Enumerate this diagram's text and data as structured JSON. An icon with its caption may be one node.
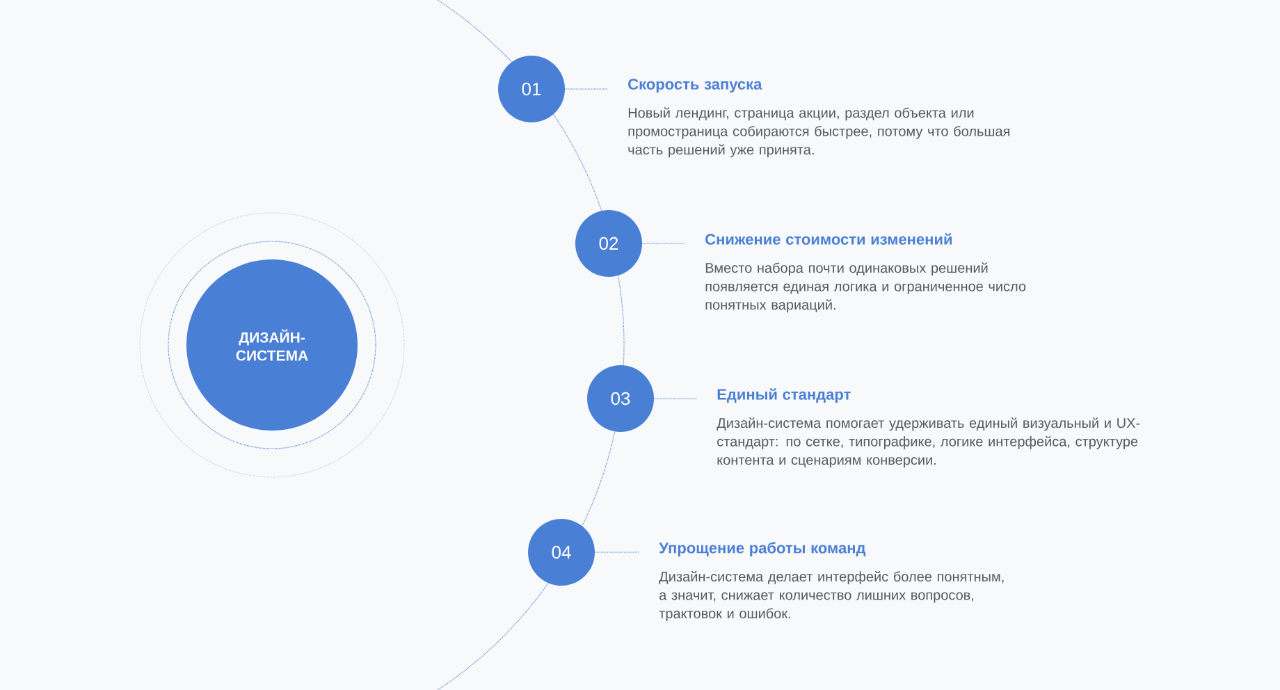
{
  "diagram": {
    "nodes": [
      {
        "text": [
          "ДИЗАЙН-СИСТЕМА"
        ]
      },
      {
        "text": [
          "01"
        ]
      },
      {
        "text": [
          "Скорость запуска",
          "Новый лендинг, страница акции, раздел объекта или промостраница собираются быстрее, потому что большая часть решений уже принята."
        ]
      },
      {
        "text": [
          "02"
        ]
      },
      {
        "text": [
          "Снижение стоимости изменений",
          "Вместо набора почти одинаковых решений появляется единая логика и ограниченное число понятных вариаций."
        ]
      },
      {
        "text": [
          "03"
        ]
      },
      {
        "text": [
          "Единый стандарт",
          "Дизайн-система помогает удерживать единый визуальный и UX-стандарт: по сетке, типографике, логике интерфейса, структуре контента и сценариям конверсии."
        ]
      },
      {
        "text": [
          "04"
        ]
      },
      {
        "text": [
          "Упрощение работы команд",
          "Дизайн-система делает интерфейс более понятным, а значит, снижает количество лишних вопросов, трактовок и ошибок."
        ]
      }
    ],
    "edges": [
      {
        "from": 1,
        "to": 2,
        "arrow": "none",
        "style": "dashed"
      },
      {
        "from": 3,
        "to": 4,
        "arrow": "none",
        "style": "dashed"
      },
      {
        "from": 5,
        "to": 6,
        "arrow": "none",
        "style": "dashed"
      },
      {
        "from": 7,
        "to": 8,
        "arrow": "none",
        "style": "dashed"
      }
    ]
  }
}
